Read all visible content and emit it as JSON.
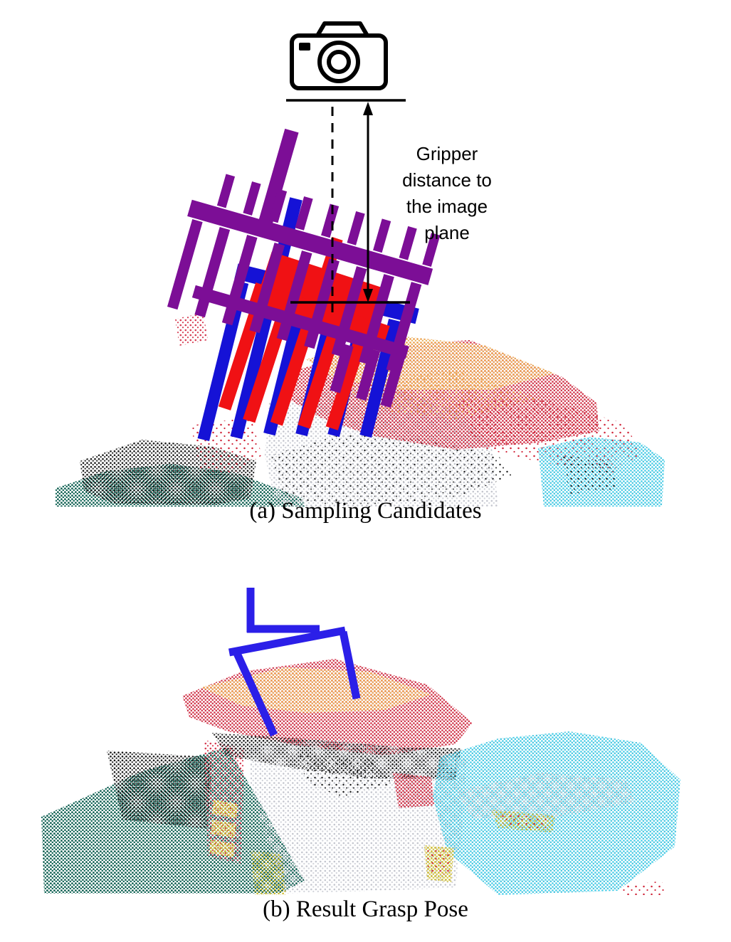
{
  "figure": {
    "annotation": {
      "text": "Gripper distance to the image plane"
    },
    "panels": [
      {
        "id": "a",
        "caption": "(a) Sampling Candidates"
      },
      {
        "id": "b",
        "caption": "(b) Result Grasp Pose"
      }
    ],
    "colors": {
      "candidate_purple": "#7C0E96",
      "candidate_blue": "#1512D6",
      "candidate_red": "#F01114",
      "result_grasp_blue": "#2B1FE8",
      "scene_palette": {
        "table_teal": "#0B5B4D",
        "points_black": "#1A1A1A",
        "box_gray": "#C4C6CE",
        "bag_red": "#D63C52",
        "bag_top_orange": "#EDA24E",
        "bowl_cyan": "#4FD0E9",
        "accent_yellow": "#CDBB2B"
      }
    }
  }
}
